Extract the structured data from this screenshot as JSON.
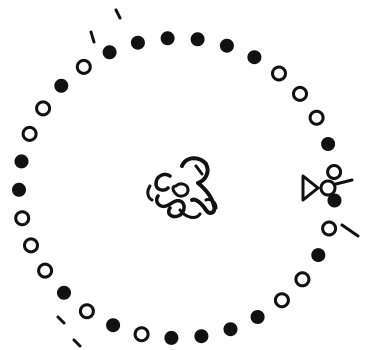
{
  "diagram": {
    "ring_pattern": [
      "filled",
      "filled",
      "filled",
      "filled",
      "filled",
      "hollow",
      "hollow",
      "hollow",
      "filled",
      "hollow",
      "filled",
      "hollow",
      "filled",
      "hollow",
      "hollow",
      "filled",
      "filled",
      "filled",
      "filled",
      "hollow",
      "filled",
      "hollow",
      "filled",
      "hollow",
      "hollow",
      "hollow",
      "filled",
      "filled",
      "hollow",
      "hollow",
      "filled",
      "hollow",
      "filled"
    ],
    "dot_color": "#111111",
    "background": "#ffffff"
  }
}
